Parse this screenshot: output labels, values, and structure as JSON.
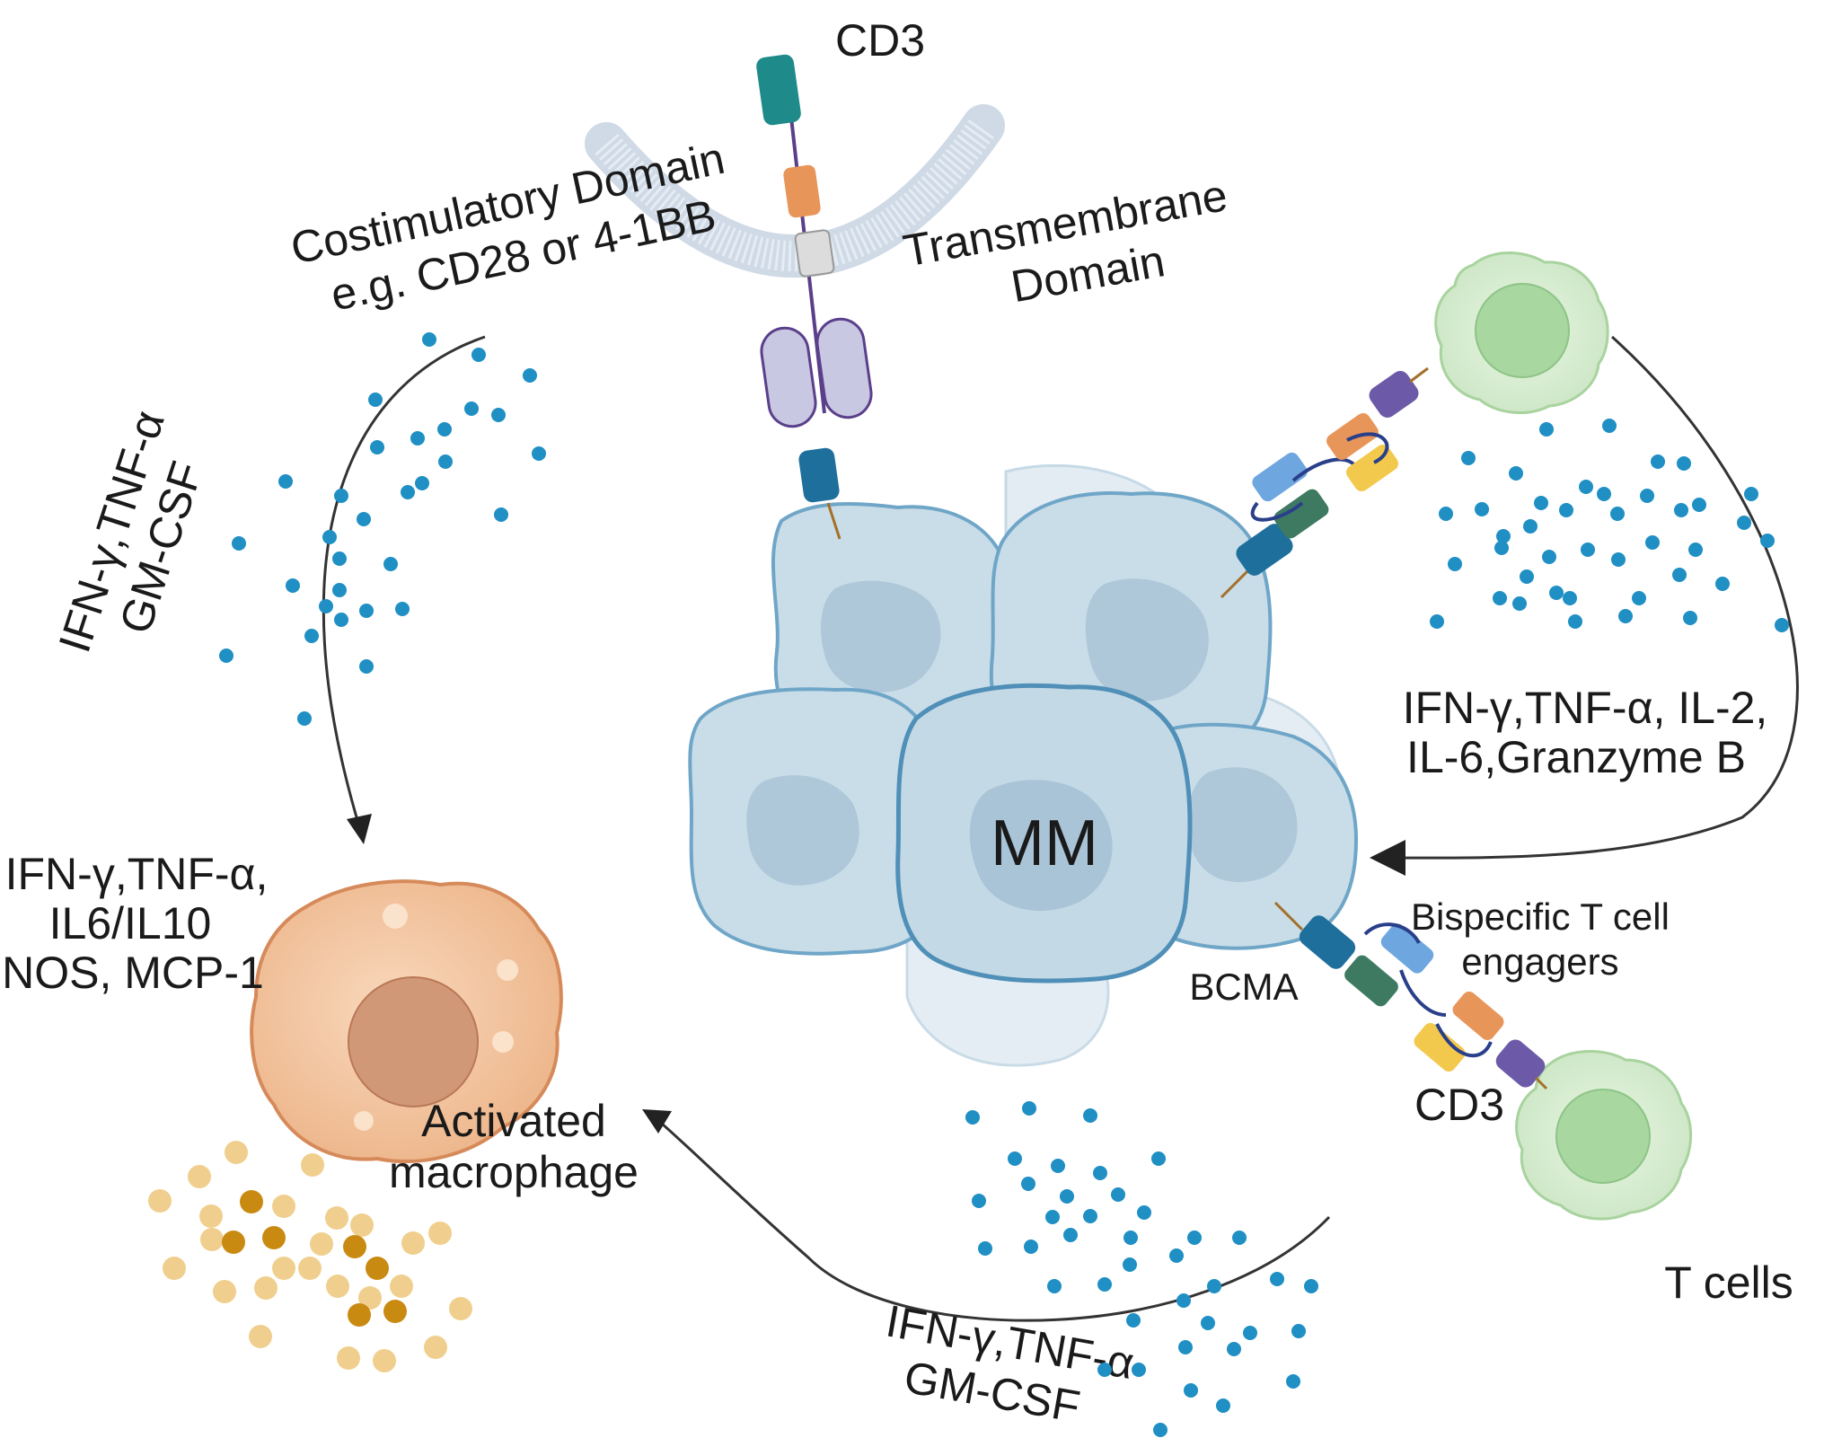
{
  "labels": {
    "cd3_top": "CD3",
    "costim_line1": "Costimulatory Domain",
    "costim_line2": "e.g. CD28 or 4-1BB",
    "transmembrane_line1": "Transmembrane",
    "transmembrane_line2": "Domain",
    "left_cyto_line1": "IFN-γ,TNF-α",
    "left_cyto_line2": "GM-CSF",
    "macro_cyto_line1": "IFN-γ,TNF-α,",
    "macro_cyto_line2": "IL6/IL10",
    "macro_cyto_line3": "NOS, MCP-1",
    "macro_line1": "Activated",
    "macro_line2": "macrophage",
    "mm": "MM",
    "right_cyto_line1": "IFN-γ,TNF-α, IL-2,",
    "right_cyto_line2": "IL-6,Granzyme B",
    "bispecific_line1": "Bispecific T cell",
    "bispecific_line2": "engagers",
    "bcma": "BCMA",
    "cd3_bottom": "CD3",
    "t_cells": "T cells",
    "bottom_cyto_line1": "IFN-γ,TNF-α",
    "bottom_cyto_line2": "GM-CSF"
  },
  "colors": {
    "mm_cell": "#c9dde8",
    "mm_edge": "#6fa6c8",
    "t_cell": "#d6ecd0",
    "macrophage": "#f3c9a8",
    "cytokine_dot": "#1f8fc4",
    "granule_dark": "#c98a12",
    "granule_light": "#f0cf8e",
    "receptor_teal": "#1e8a8a",
    "receptor_orange": "#e8955a",
    "receptor_lavender": "#c9c8e3",
    "receptor_blue": "#1f6f9c",
    "scfv_green": "#3e7a62",
    "scfv_lightblue": "#6ea6e0",
    "scfv_yellow": "#f2c94c",
    "scfv_purple": "#6c5aa8"
  }
}
